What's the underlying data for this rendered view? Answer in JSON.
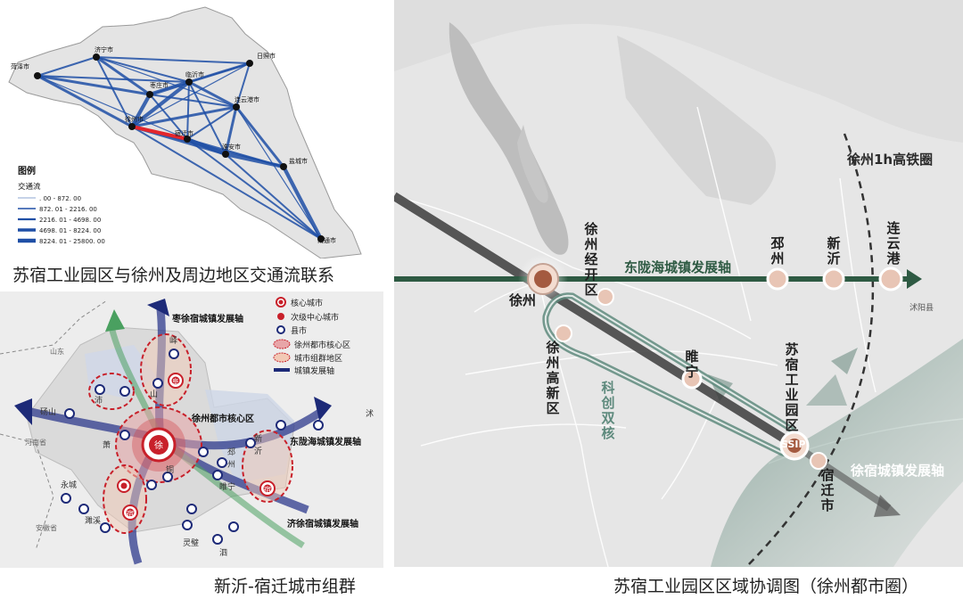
{
  "captions": {
    "traffic_map": "苏宿工业园区与徐州及周边地区交通流联系",
    "cluster_map": "新沂-宿迁城市组群",
    "region_map": "苏宿工业园区区域协调图（徐州都市圈）"
  },
  "traffic_map": {
    "legend_title": "图例",
    "legend_subtitle": "交通流",
    "legend_items": [
      ". 00 - 872. 00",
      "872. 01 - 2216. 00",
      "2216. 01 - 4698. 00",
      "4698. 01 - 8224. 00",
      "8224. 01 - 25800. 00"
    ],
    "cities": {
      "heze": "菏泽市",
      "jining": "济宁市",
      "rizhao": "日照市",
      "linyi": "临沂市",
      "zaozhuang": "枣庄市",
      "lianyungang": "连云港市",
      "xuzhou": "徐州市",
      "suqian": "宿迁市",
      "huaian": "淮安市",
      "yancheng": "盐城市",
      "nantong": "南通市"
    },
    "colors": {
      "flow": "#1f4fa6",
      "highlight": "#e3262c"
    }
  },
  "cluster_map": {
    "legend": {
      "core_city": "核心城市",
      "sub_center": "次级中心城市",
      "county": "县市",
      "metro_core": "徐州都市核心区",
      "cluster_area": "城市组群地区",
      "axis": "城镇发展轴"
    },
    "labels": {
      "zaoxu_axis": "枣徐宿城镇发展轴",
      "xuzhou_core": "徐州都市核心区",
      "donglonghai_axis": "东陇海城镇发展轴",
      "jixusu_axis": "济徐宿城镇发展轴",
      "shandong": "山东",
      "henan": "河南省",
      "anhui": "安徽省",
      "xian": "县",
      "pei": "沛",
      "shan": "山",
      "yi": "峄",
      "yong": "砀山",
      "yongcheng": "永城",
      "xiao": "萧",
      "shui": "濉溪",
      "xin": "新",
      "yi2": "沂",
      "pi": "邳",
      "zhou": "州",
      "suining": "睢宁",
      "lingbi": "灵璧",
      "si": "泗",
      "shuyang": "沭",
      "xu": "徐",
      "su": "宿",
      "fu": "阜",
      "shu": "宿",
      "tong": "铜"
    }
  },
  "region_map": {
    "ring_label": "徐州1h高铁圈",
    "axis_east": "东陇海城镇发展轴",
    "axis_southeast": "徐宿城镇发展轴",
    "twin_core": "科创双核",
    "sip_code": "SSIP",
    "nodes": {
      "xuzhou": "徐州",
      "xuzhou_econ": "徐州经开区",
      "xuzhou_hitech": "徐州高新区",
      "pizhou": "邳州",
      "xinyi": "新沂",
      "lianyungang": "连云港",
      "suining": "睢宁",
      "sip": "苏宿工业园区",
      "suqian": "宿迁市"
    },
    "small_labels": {
      "shuyang": "沭阳县"
    },
    "colors": {
      "axis_green": "#2e5a43",
      "dark_axis": "#3c3c3c",
      "teal": "#5e8a7d"
    }
  }
}
